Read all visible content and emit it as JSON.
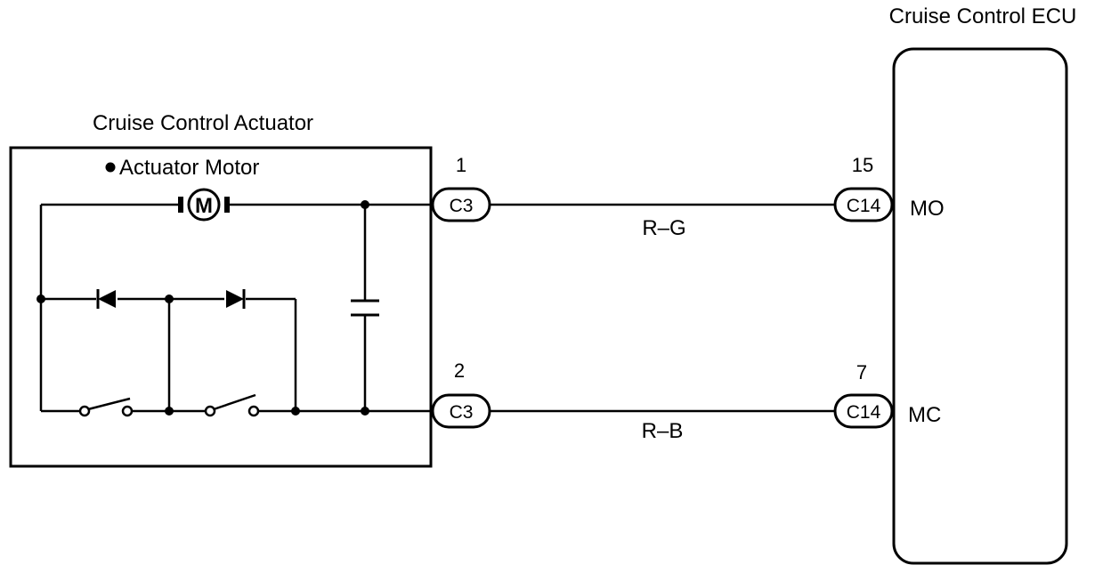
{
  "actuator": {
    "title": "Cruise Control Actuator",
    "motor_label": "Actuator Motor",
    "motor_symbol": "M"
  },
  "ecu": {
    "title": "Cruise Control ECU"
  },
  "connections": [
    {
      "actuator_pin": "1",
      "actuator_connector": "C3",
      "wire_color": "R–G",
      "ecu_pin": "15",
      "ecu_connector": "C14",
      "ecu_terminal": "MO"
    },
    {
      "actuator_pin": "2",
      "actuator_connector": "C3",
      "wire_color": "R–B",
      "ecu_pin": "7",
      "ecu_connector": "C14",
      "ecu_terminal": "MC"
    }
  ]
}
